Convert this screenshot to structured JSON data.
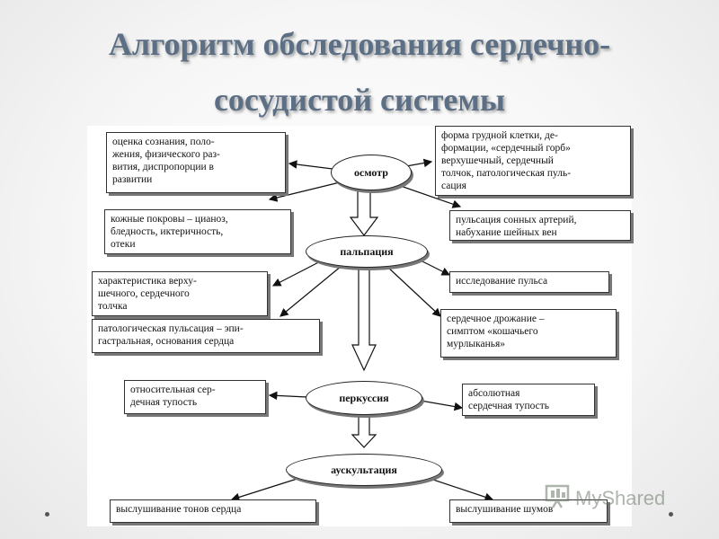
{
  "slide": {
    "title_line1": "Алгоритм обследования сердечно-",
    "title_line2": "сосудистой системы"
  },
  "diagram": {
    "nodes": {
      "osmotr": "осмотр",
      "palpatsiya": "пальпация",
      "perkussiya": "перкуссия",
      "auskultatsiya": "аускультация"
    },
    "boxes": {
      "osmotr_left_top": "оценка сознания, поло-\nжения, физического раз-\nвития,  диспропорции в\nразвитии",
      "osmotr_right_top": "форма грудной клетки, де-\nформации, «сердечный горб»\nверхушечный, сердечный\nтолчок, патологическая пуль-\nсация",
      "osmotr_left_bottom": "кожные покровы – цианоз,\nбледность, иктеричность,\nотеки",
      "osmotr_right_bottom": "пульсация сонных артерий,\nнабухание шейных вен",
      "palp_left_top": "характеристика верху-\nшечного, сердечного\nтолчка",
      "palp_right_top": "исследование пульса",
      "palp_left_bottom": "патологическая пульсация – эпи-\nгастральная, основания сердца",
      "palp_right_bottom": "сердечное дрожание –\nсимптом «кошачьего\nмурлыканья»",
      "perk_left": "относительная сер-\nдечная тупость",
      "perk_right": "абсолютная\nсердечная тупость",
      "ausk_left": "выслушивание тонов сердца",
      "ausk_right": "выслушивание шумов"
    }
  },
  "watermark": {
    "text": "MyShared",
    "icon": "presentation-board-icon"
  }
}
